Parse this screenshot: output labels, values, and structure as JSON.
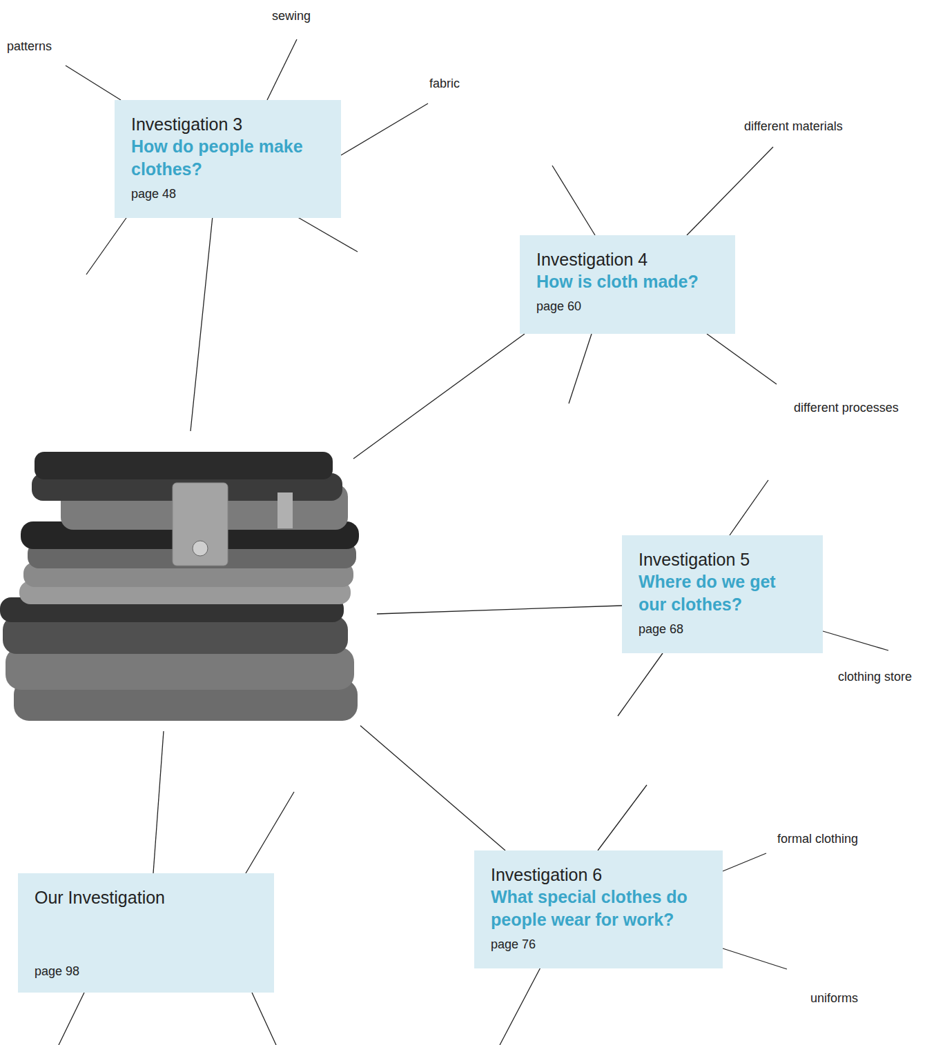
{
  "diagram": {
    "nodes": [
      {
        "text": [
          "Investigation 3",
          "How do people make clothes?",
          "page 48"
        ]
      },
      {
        "text": [
          "Investigation 4",
          "How is cloth made?",
          "page 60"
        ]
      },
      {
        "text": [
          "Investigation 5",
          "Where do we get our clothes?",
          "page 68"
        ]
      },
      {
        "text": [
          "Investigation 6",
          "What special clothes do people wear for work?",
          "page 76"
        ]
      },
      {
        "text": [
          "Our Investigation",
          "page 98"
        ]
      }
    ],
    "labels": [
      "patterns",
      "sewing",
      "fabric",
      "different materials",
      "different processes",
      "clothing store",
      "formal clothing",
      "uniforms"
    ]
  }
}
